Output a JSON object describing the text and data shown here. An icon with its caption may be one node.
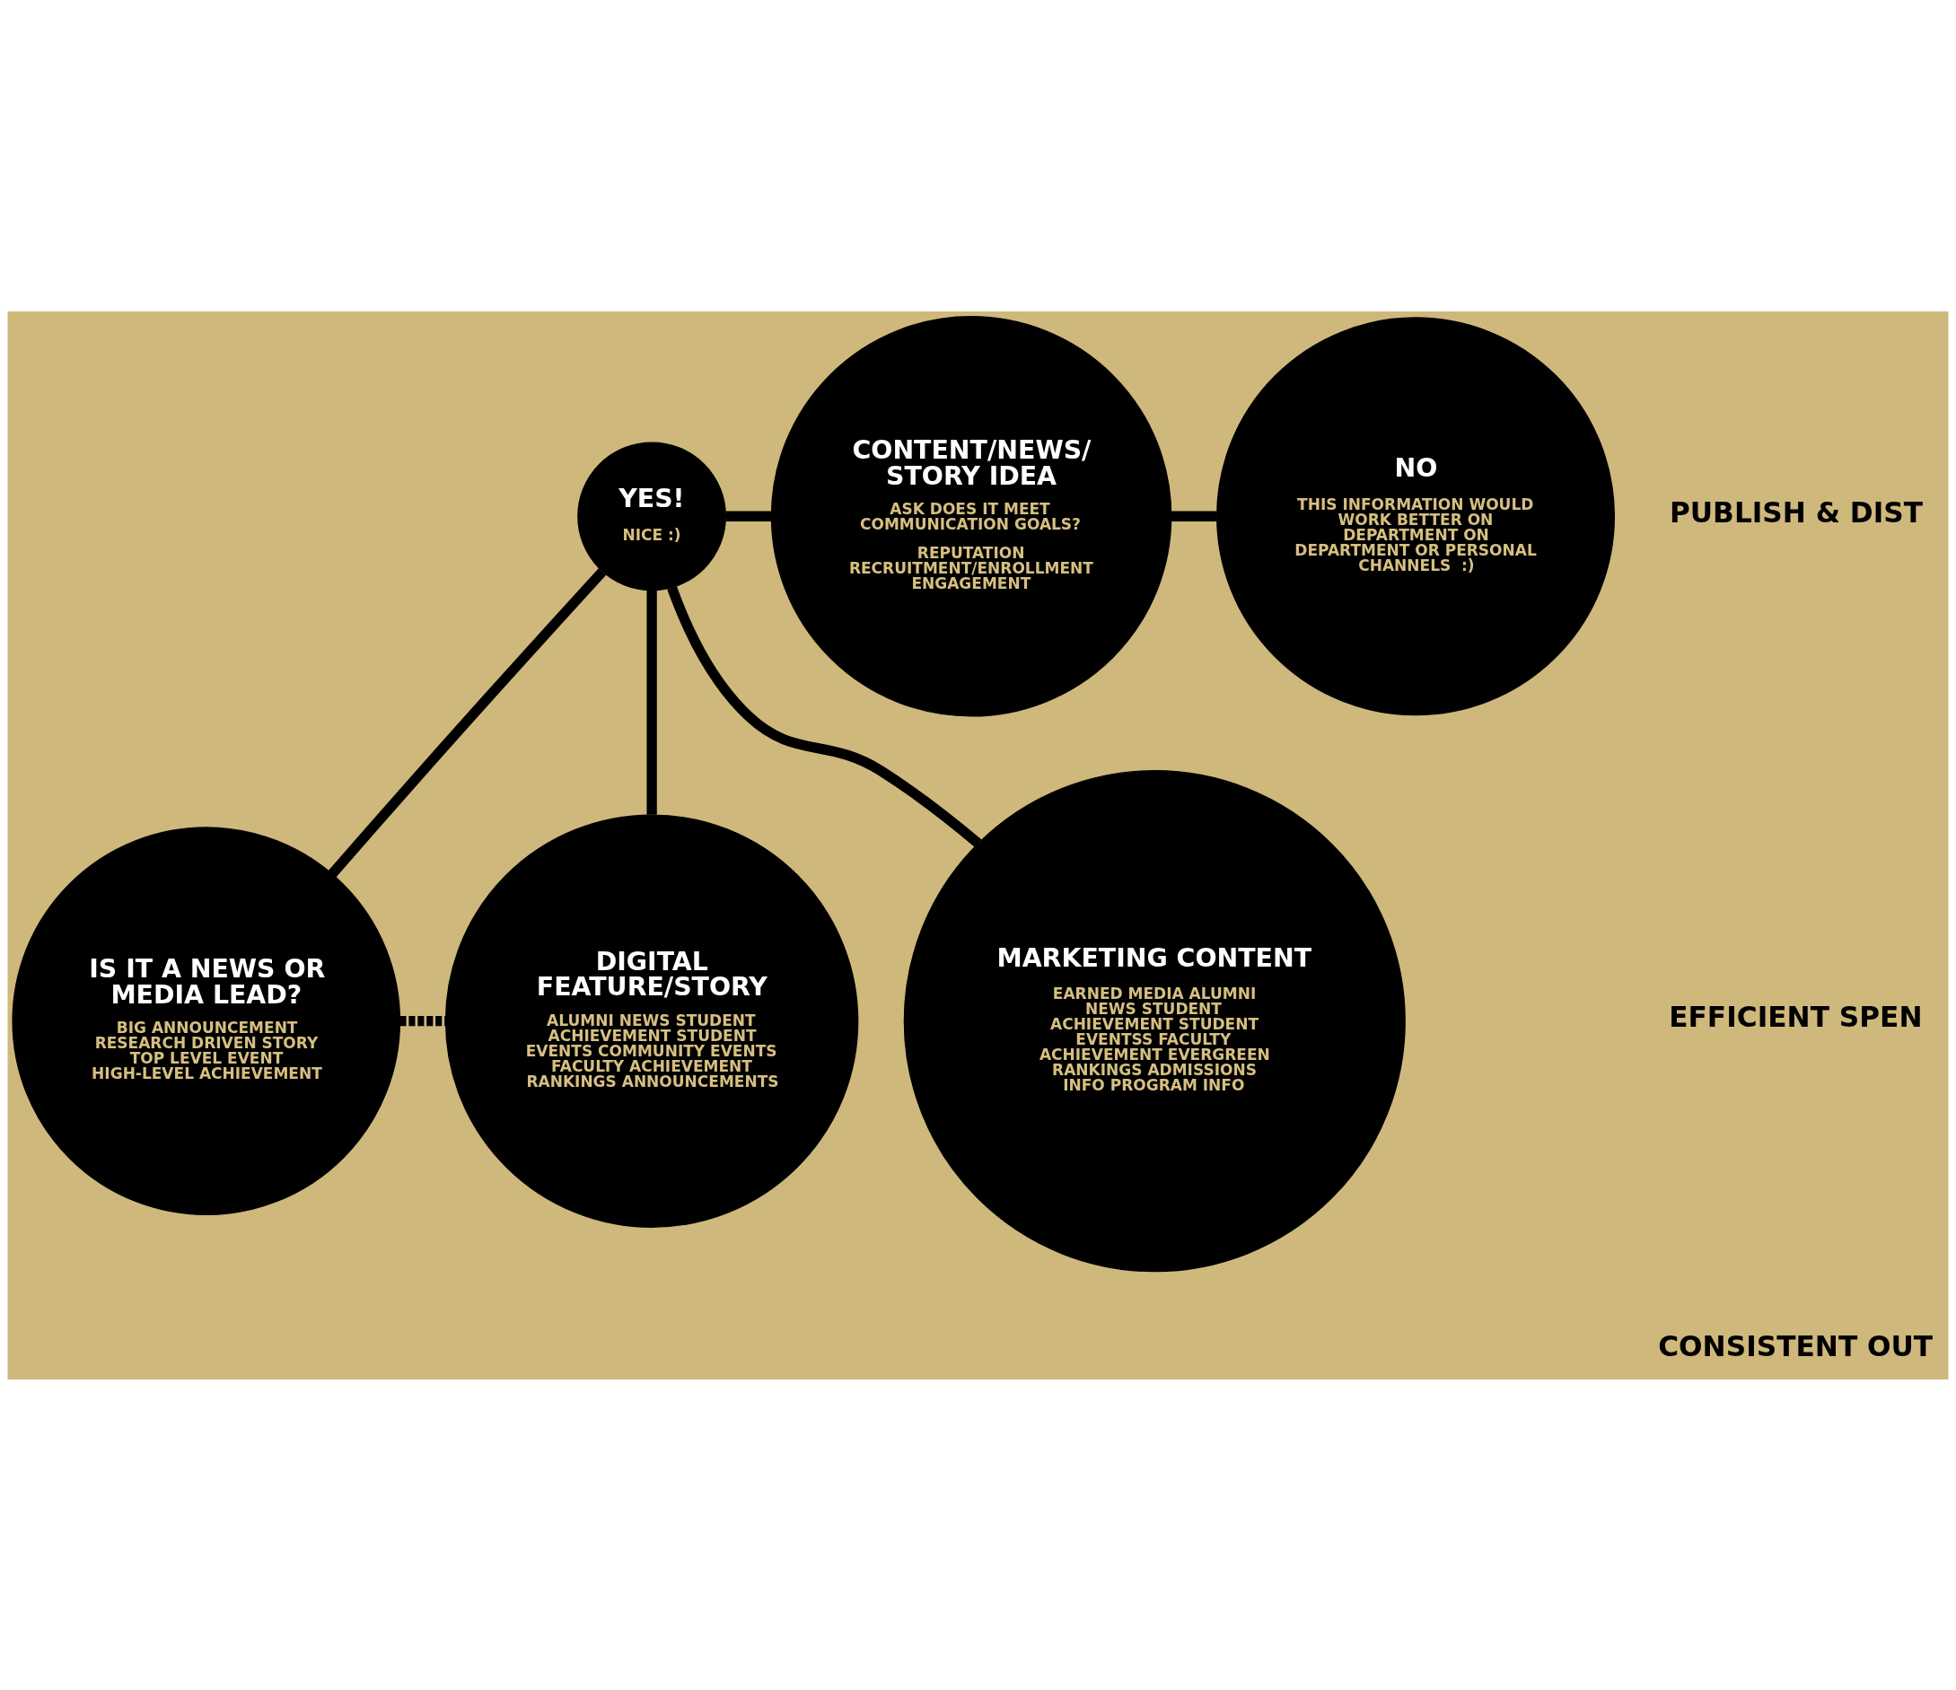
{
  "diagram": {
    "nodes": [
      {
        "text": [
          "CONTENT/NEWS/ STORY IDEA",
          "ASK DOES IT MEET COMMUNICATION GOALS?",
          "REPUTATION RECRUITMENT/ENROLLMENT ENGAGEMENT"
        ]
      },
      {
        "text": [
          "YES!",
          "NICE :)"
        ]
      },
      {
        "text": [
          "NO",
          "THIS INFORMATION WOULD WORK BETTER ON DEPARTMENT ON DEPARTMENT OR PERSONAL CHANNELS  :)"
        ]
      },
      {
        "text": [
          "IS IT A NEWS OR MEDIA LEAD?",
          "BIG ANNOUNCEMENT RESEARCH DRIVEN STORY TOP LEVEL EVENT HIGH-LEVEL ACHIEVEMENT"
        ]
      },
      {
        "text": [
          "DIGITAL FEATURE/STORY",
          "ALUMNI NEWS STUDENT ACHIEVEMENT STUDENT EVENTS COMMUNITY EVENTS FACULTY ACHIEVEMENT RANKINGS ANNOUNCEMENTS"
        ]
      },
      {
        "text": [
          "MARKETING CONTENT",
          "EARNED MEDIA ALUMNI NEWS STUDENT ACHIEVEMENT STUDENT EVENTSS FACULTY ACHIEVEMENT EVERGREEN RANKINGS ADMISSIONS INFO PROGRAM INFO"
        ]
      }
    ],
    "edges": [
      {
        "from": 1,
        "to": 0,
        "arrow": "none"
      },
      {
        "from": 0,
        "to": 2,
        "arrow": "none"
      },
      {
        "from": 1,
        "to": 3,
        "arrow": "none"
      },
      {
        "from": 1,
        "to": 5,
        "arrow": "none"
      },
      {
        "from": 1,
        "to": 4,
        "arrow": "none"
      },
      {
        "from": 3,
        "to": 4,
        "arrow": "none",
        "style": "dashed"
      }
    ],
    "labels": [
      "PUBLISH & DIST",
      "EFFICIENT SPEN",
      "CONSISTENT OUT"
    ]
  }
}
